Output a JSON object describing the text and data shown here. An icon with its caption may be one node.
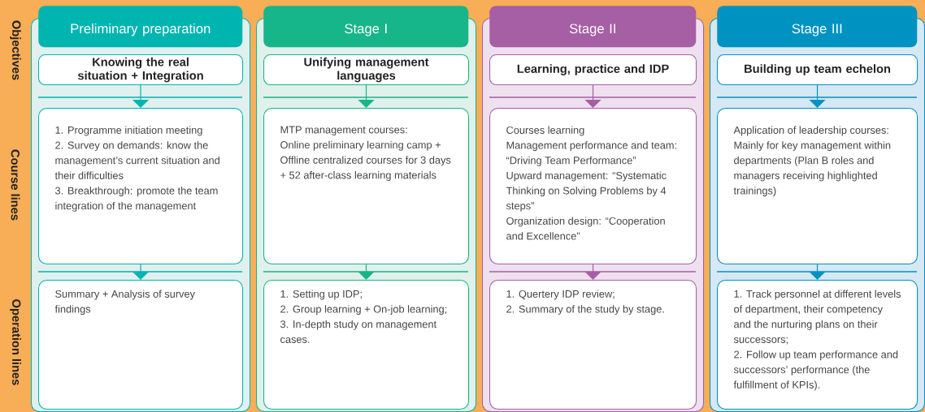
{
  "diagram": {
    "nodes": [
      {
        "text": [
          "Preliminary preparation"
        ]
      },
      {
        "text": [
          "Knowing the real situation + Integration"
        ],
        "in": 0
      },
      {
        "text": [
          "1. Programme initiation meeting",
          "2. Survey on demands: know the management’s current situation and their difficulties",
          "3. Breakthrough: promote the team integration of the management"
        ],
        "in": 0
      },
      {
        "text": [
          "Summary + Analysis of survey findings"
        ],
        "in": 0
      },
      {
        "text": [
          "Stage I"
        ]
      },
      {
        "text": [
          "Unifying management languages"
        ],
        "in": 4
      },
      {
        "text": [
          "MTP management courses:",
          "Online preliminary learning camp + Offline centralized courses for 3 days + 52 after-class learning materials"
        ],
        "in": 4
      },
      {
        "text": [
          "1. Setting up IDP;",
          "2. Group learning + On-job learning;",
          "3. In-depth study on management cases."
        ],
        "in": 4
      },
      {
        "text": [
          "Stage II"
        ]
      },
      {
        "text": [
          "Learning, practice and IDP"
        ],
        "in": 8
      },
      {
        "text": [
          "Courses learning",
          "Management performance and team: “Driving Team Performance”",
          "Upward management: “Systematic Thinking on Solving Problems by 4 steps”",
          "Organization design: “Cooperation and Excellence”"
        ],
        "in": 8
      },
      {
        "text": [
          "1. Quertery IDP review;",
          "2. Summary of the study by stage."
        ],
        "in": 8
      },
      {
        "text": [
          "Stage III"
        ]
      },
      {
        "text": [
          "Building up team echelon"
        ],
        "in": 12
      },
      {
        "text": [
          "Application of leadership courses:",
          "Mainly for key management within departments (Plan B roles and managers receiving highlighted trainings)"
        ],
        "in": 12
      },
      {
        "text": [
          "1. Track personnel at different levels of department, their competency and the nurturing plans on their successors;",
          "2. Follow up team performance and successors’ performance (the fulfillment of KPIs)."
        ],
        "in": 12
      }
    ],
    "edges": [
      {
        "from": 1,
        "to": 2,
        "arrow": "to",
        "color": "#00b5b0"
      },
      {
        "from": 2,
        "to": 3,
        "arrow": "to",
        "color": "#00b5b0"
      },
      {
        "from": 5,
        "to": 6,
        "arrow": "to",
        "color": "#17b58a"
      },
      {
        "from": 6,
        "to": 7,
        "arrow": "to",
        "color": "#17b58a"
      },
      {
        "from": 9,
        "to": 10,
        "arrow": "to",
        "color": "#a65ea5"
      },
      {
        "from": 10,
        "to": 11,
        "arrow": "to",
        "color": "#a65ea5"
      },
      {
        "from": 13,
        "to": 14,
        "arrow": "to",
        "color": "#0093c2"
      },
      {
        "from": 14,
        "to": 15,
        "arrow": "to",
        "color": "#0093c2"
      }
    ],
    "labels": [
      "Objectives",
      "Course lines",
      "Operation lines"
    ]
  }
}
